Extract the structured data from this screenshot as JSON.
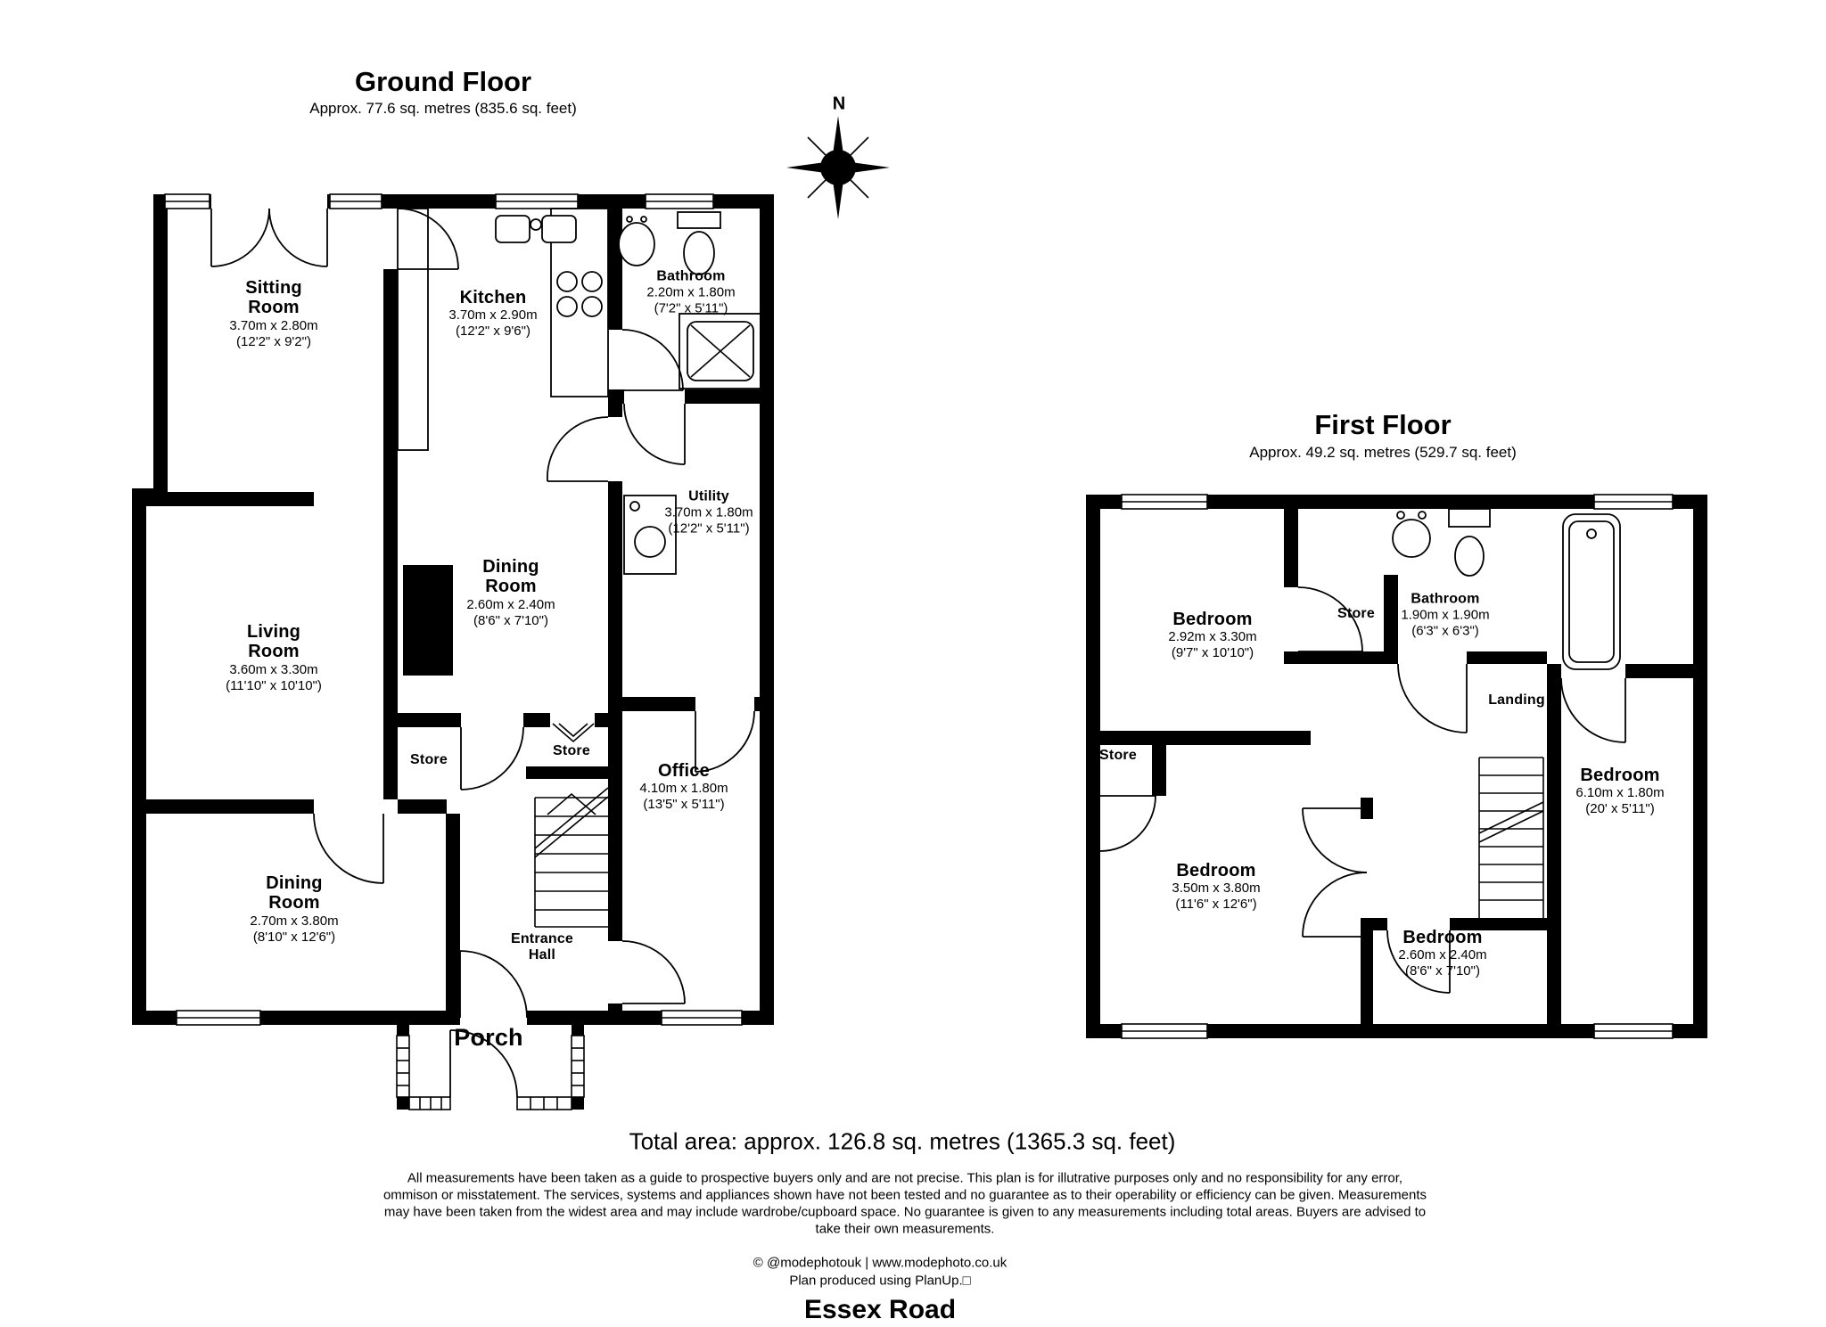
{
  "ground_floor": {
    "title": "Ground Floor",
    "subtitle": "Approx. 77.6 sq. metres (835.6 sq. feet)",
    "rooms": {
      "sitting_room": {
        "name": "Sitting\nRoom",
        "dims_m": "3.70m x 2.80m",
        "dims_ft": "(12'2\" x 9'2\")"
      },
      "kitchen": {
        "name": "Kitchen",
        "dims_m": "3.70m x 2.90m",
        "dims_ft": "(12'2\" x 9'6\")"
      },
      "bathroom": {
        "name": "Bathroom",
        "dims_m": "2.20m x 1.80m",
        "dims_ft": "(7'2\" x 5'11\")"
      },
      "utility": {
        "name": "Utility",
        "dims_m": "3.70m x 1.80m",
        "dims_ft": "(12'2\" x 5'11\")"
      },
      "dining_room_mid": {
        "name": "Dining\nRoom",
        "dims_m": "2.60m x 2.40m",
        "dims_ft": "(8'6\" x 7'10\")"
      },
      "living_room": {
        "name": "Living\nRoom",
        "dims_m": "3.60m x 3.30m",
        "dims_ft": "(11'10\" x 10'10\")"
      },
      "store_1": {
        "name": "Store"
      },
      "store_2": {
        "name": "Store"
      },
      "office": {
        "name": "Office",
        "dims_m": "4.10m x 1.80m",
        "dims_ft": "(13'5\" x 5'11\")"
      },
      "dining_room_front": {
        "name": "Dining\nRoom",
        "dims_m": "2.70m x 3.80m",
        "dims_ft": "(8'10\" x 12'6\")"
      },
      "entrance_hall": {
        "name": "Entrance\nHall"
      },
      "porch": {
        "name": "Porch"
      }
    }
  },
  "first_floor": {
    "title": "First Floor",
    "subtitle": "Approx. 49.2 sq. metres (529.7 sq. feet)",
    "rooms": {
      "bedroom_1": {
        "name": "Bedroom",
        "dims_m": "2.92m x 3.30m",
        "dims_ft": "(9'7\" x 10'10\")"
      },
      "store_top": {
        "name": "Store"
      },
      "bathroom": {
        "name": "Bathroom",
        "dims_m": "1.90m x 1.90m",
        "dims_ft": "(6'3\" x 6'3\")"
      },
      "landing": {
        "name": "Landing"
      },
      "bedroom_2": {
        "name": "Bedroom",
        "dims_m": "6.10m x 1.80m",
        "dims_ft": "(20' x 5'11\")"
      },
      "store_left": {
        "name": "Store"
      },
      "bedroom_3": {
        "name": "Bedroom",
        "dims_m": "3.50m x 3.80m",
        "dims_ft": "(11'6\" x 12'6\")"
      },
      "bedroom_4": {
        "name": "Bedroom",
        "dims_m": "2.60m x 2.40m",
        "dims_ft": "(8'6\" x 7'10\")"
      }
    }
  },
  "compass": {
    "label": "N"
  },
  "footer": {
    "total_area": "Total area: approx. 126.8 sq. metres (1365.3 sq. feet)",
    "disclaimer": [
      "All measurements have been taken as a guide to prospective buyers only and are not precise. This plan is for illutrative purposes only and no responsibility for any error,",
      "ommison or misstatement. The services, systems and appliances shown have not been tested and no guarantee as to their operability or efficiency can be given. Measurements",
      "may have been taken from the widest area and may include wardrobe/cupboard space. No guarantee is given to any measurements including total areas. Buyers are advised to",
      "take their own measurements."
    ],
    "credit": "© @modephotouk | www.modephoto.co.uk",
    "produced": "Plan produced using PlanUp.□",
    "address": "Essex Road"
  },
  "colors": {
    "ink": "#000000",
    "paper": "#ffffff"
  }
}
